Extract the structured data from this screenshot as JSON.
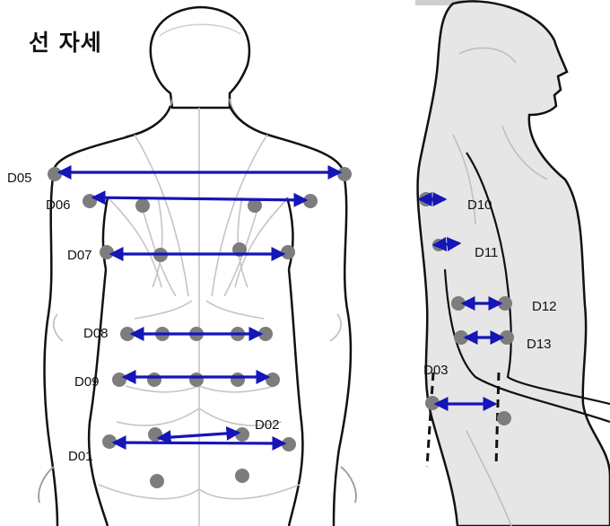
{
  "title": "선 자세",
  "colors": {
    "arrow": "#1515b8",
    "marker": "#7d7d7d",
    "outline": "#111111",
    "muscle": "#c4c4c4",
    "figure_fill": "#e6e6e6"
  },
  "markers": {
    "D05": "D05",
    "D06": "D06",
    "D07": "D07",
    "D08": "D08",
    "D09": "D09",
    "D01": "D01",
    "D02": "D02",
    "D10": "D10",
    "D11": "D11",
    "D12": "D12",
    "D13": "D13",
    "D03": "D03"
  }
}
